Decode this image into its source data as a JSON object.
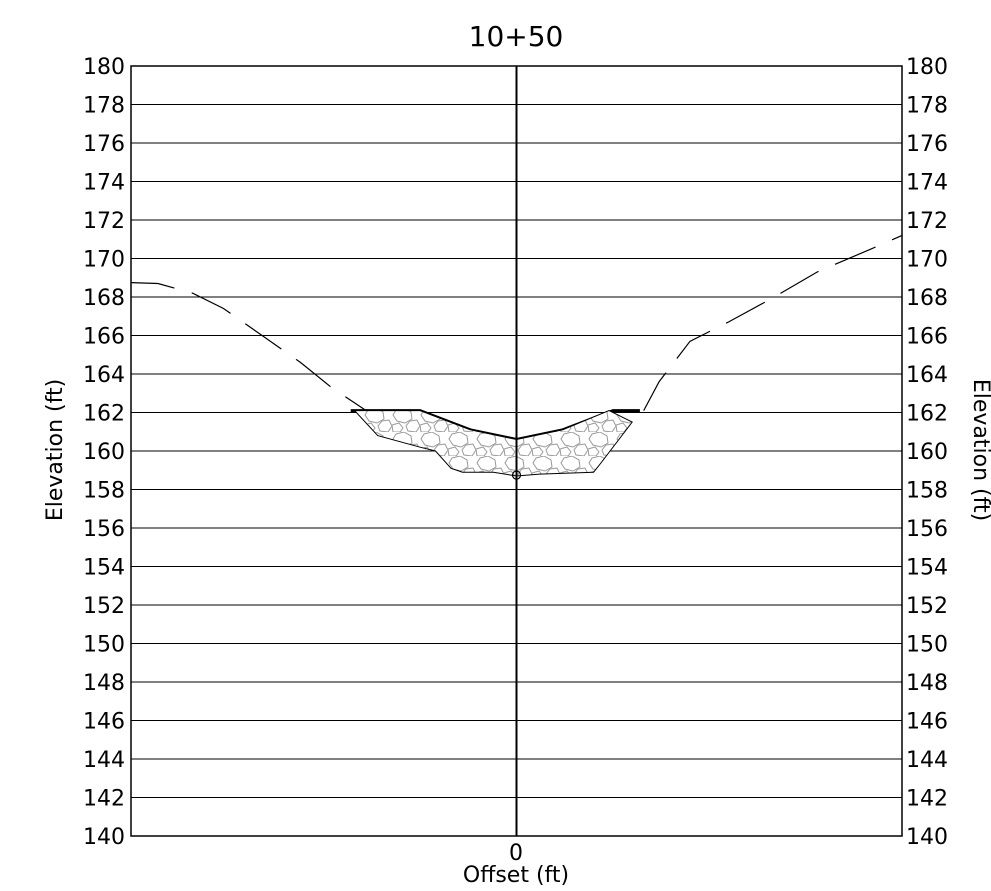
{
  "chart_data": {
    "type": "line",
    "title": "10+50",
    "xlabel": "Offset (ft)",
    "ylabel": "Elevation (ft)",
    "ylabel_right": "Elevation (ft)",
    "x_tick_labels": [
      "0"
    ],
    "xlim": [
      -50,
      50
    ],
    "ylim": [
      140,
      180
    ],
    "y_ticks": [
      140,
      142,
      144,
      146,
      148,
      150,
      152,
      154,
      156,
      158,
      160,
      162,
      164,
      166,
      168,
      170,
      172,
      174,
      176,
      178,
      180
    ],
    "grid": true,
    "series": [
      {
        "style": "dashed",
        "x": [
          -50,
          -46.5,
          -42,
          -38,
          -33,
          -28,
          -24,
          -21,
          -19.5
        ],
        "y": [
          168.75,
          168.7,
          168.2,
          167.4,
          166.0,
          164.6,
          163.3,
          162.5,
          162.1
        ]
      },
      {
        "style": "dashed",
        "x": [
          16.5,
          18.5,
          22.5,
          27.5,
          33,
          39,
          46,
          50
        ],
        "y": [
          162.1,
          163.6,
          165.7,
          166.7,
          167.9,
          169.3,
          170.5,
          171.2
        ]
      },
      {
        "style": "solid-bold",
        "x": [
          -21.5,
          -12.5,
          -6,
          0,
          6,
          12.5,
          16
        ],
        "y": [
          162.1,
          162.1,
          161.1,
          160.6,
          161.1,
          162.1,
          162.1
        ]
      },
      {
        "style": "riprap-fill",
        "x": [
          -21,
          -12.5,
          -6,
          0,
          6,
          12,
          15,
          11,
          10,
          3,
          0,
          -3,
          -7,
          -8.5,
          -10.5,
          -12.5,
          -18,
          -21
        ],
        "y": [
          162.1,
          162.1,
          161.1,
          160.6,
          161.1,
          162.1,
          161.5,
          159.4,
          158.9,
          158.8,
          158.7,
          158.9,
          158.9,
          159.1,
          160.0,
          160.2,
          160.8,
          162.1
        ]
      }
    ]
  }
}
